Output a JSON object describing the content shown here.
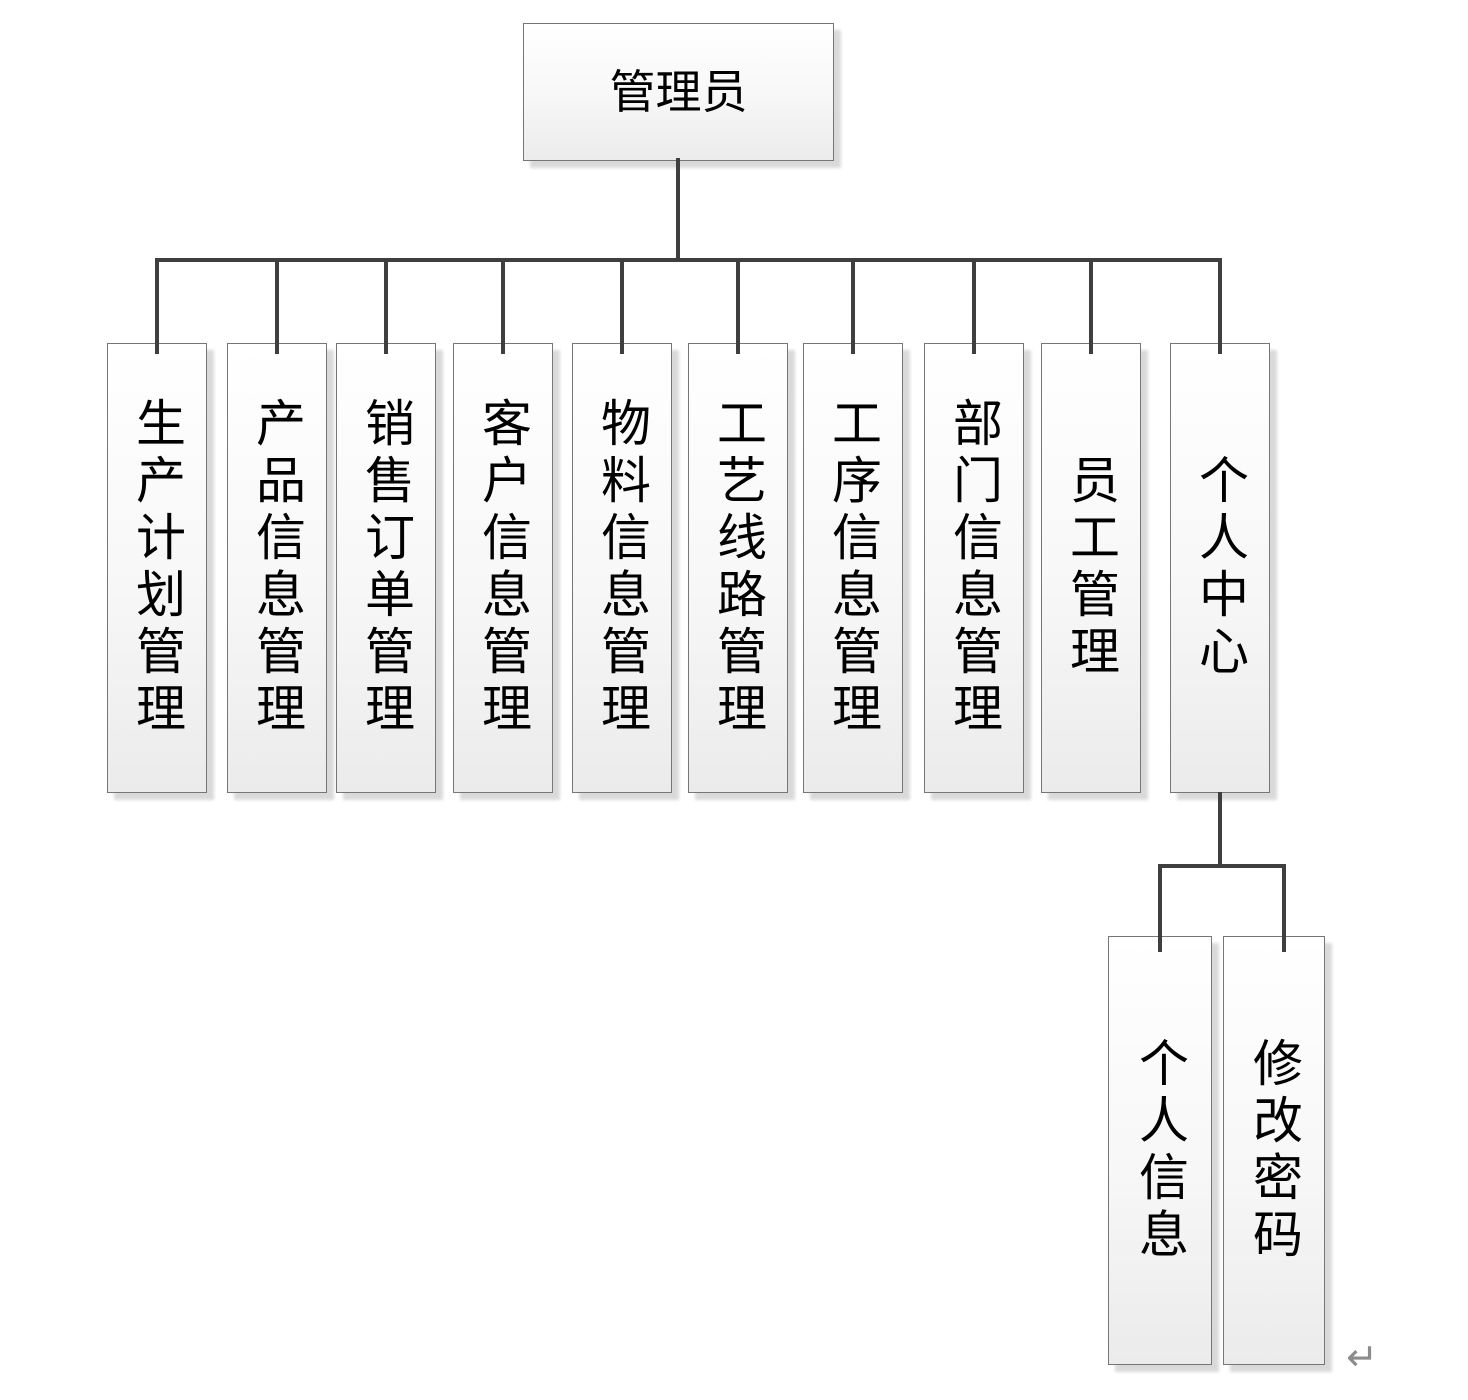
{
  "diagram": {
    "root": {
      "label": "管理员"
    },
    "branches": [
      {
        "label": "生产计划管理"
      },
      {
        "label": "产品信息管理"
      },
      {
        "label": "销售订单管理"
      },
      {
        "label": "客户信息管理"
      },
      {
        "label": "物料信息管理"
      },
      {
        "label": "工艺线路管理"
      },
      {
        "label": "工序信息管理"
      },
      {
        "label": "部门信息管理"
      },
      {
        "label": "员工管理"
      },
      {
        "label": "个人中心"
      }
    ],
    "personal_center_sub": [
      {
        "label": "个人信息"
      },
      {
        "label": "修改密码"
      }
    ],
    "colors": {
      "connector": "#3f3f3f",
      "node_border": "#767676",
      "node_fill_top": "#ffffff",
      "node_fill_bottom": "#ebebeb",
      "text": "#000000",
      "paragraph_mark": "#8c8c8c"
    }
  },
  "editor": {
    "paragraph_mark": "↵"
  }
}
